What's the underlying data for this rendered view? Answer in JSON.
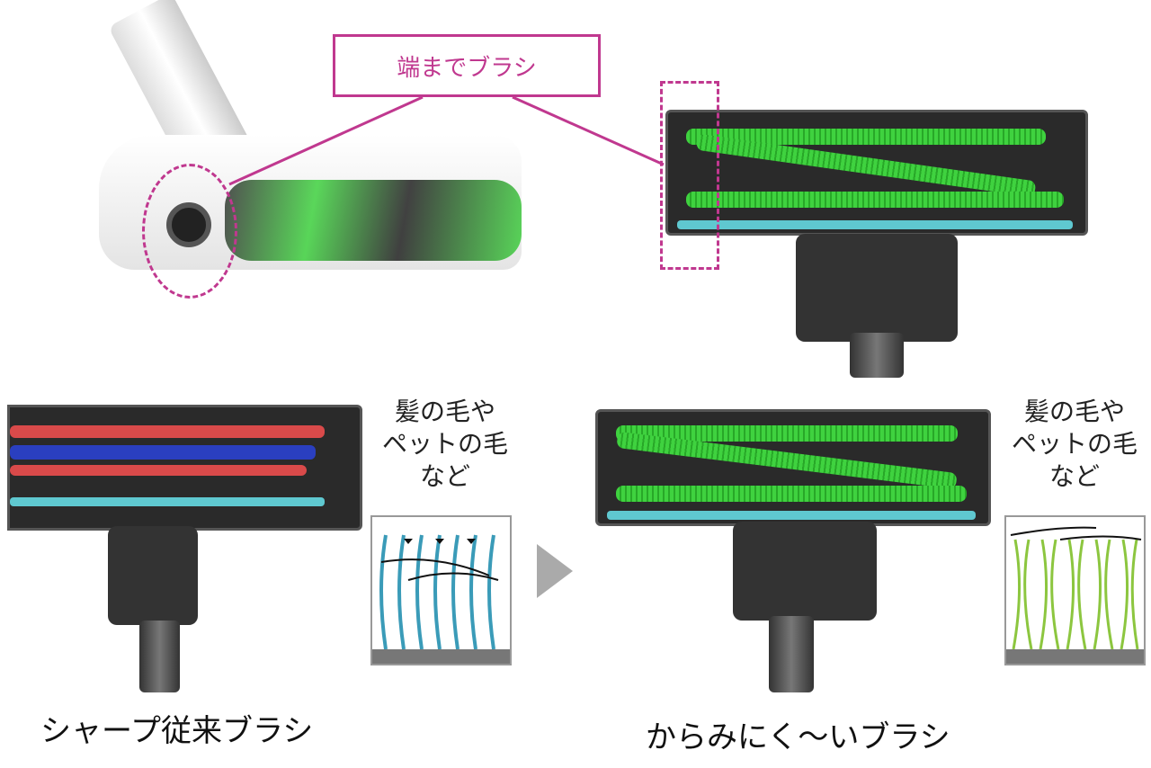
{
  "callout": {
    "label": "端までブラシ",
    "color": "#c0388f"
  },
  "left_panel": {
    "caption": "シャープ従来ブラシ",
    "note": [
      "髪の毛や",
      "ペットの毛",
      "など"
    ]
  },
  "right_panel": {
    "caption": "からみにく〜いブラシ",
    "note": [
      "髪の毛や",
      "ペットの毛",
      "など"
    ]
  },
  "colors": {
    "brush_green": "#3fd23f",
    "hair_blue": "#3a9bb8",
    "hair_green": "#8cc63f"
  }
}
